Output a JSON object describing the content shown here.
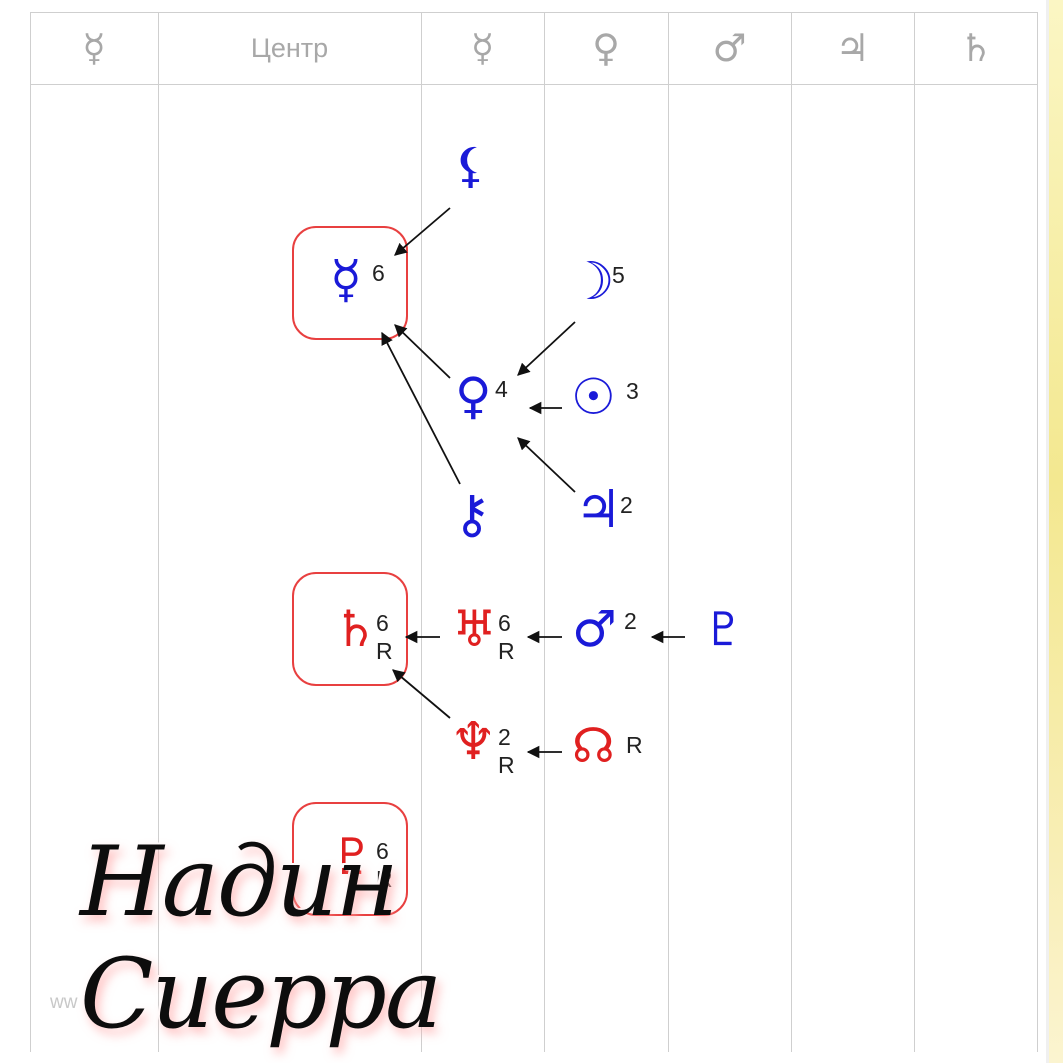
{
  "header": {
    "columns": [
      {
        "symbol": "☿",
        "name": "mercury-icon"
      },
      {
        "label": "Центр"
      },
      {
        "symbol": "☿",
        "name": "mercury-icon"
      },
      {
        "symbol": "♀",
        "name": "venus-icon"
      },
      {
        "symbol": "♂",
        "name": "mars-icon"
      },
      {
        "symbol": "♃",
        "name": "jupiter-icon"
      },
      {
        "symbol": "♄",
        "name": "saturn-icon"
      }
    ]
  },
  "colors": {
    "blue": "#1a1ad8",
    "red": "#e02020",
    "box_border": "#e84040",
    "grid": "#cfcfcf",
    "header_text": "#a8a8a8"
  },
  "planets": {
    "lilith": {
      "symbol": "⚸",
      "color": "#1a1ad8"
    },
    "mercury": {
      "symbol": "☿",
      "degree": "6",
      "color": "#1a1ad8"
    },
    "moon": {
      "symbol": "☽",
      "degree": "5",
      "color": "#1a1ad8"
    },
    "venus": {
      "symbol": "♀",
      "degree": "4",
      "color": "#1a1ad8"
    },
    "sun": {
      "symbol": "☉",
      "degree": "3",
      "color": "#1a1ad8"
    },
    "chiron": {
      "symbol": "⚷",
      "color": "#1a1ad8"
    },
    "jupiter": {
      "symbol": "♃",
      "degree": "2",
      "color": "#1a1ad8"
    },
    "saturn": {
      "symbol": "♄",
      "degree": "6",
      "retro": "R",
      "color": "#e02020"
    },
    "uranus": {
      "symbol": "♅",
      "degree": "6",
      "retro": "R",
      "color": "#e02020"
    },
    "mars": {
      "symbol": "♂",
      "degree": "2",
      "color": "#1a1ad8"
    },
    "pluto_blue": {
      "symbol": "♇",
      "color": "#1a1ad8"
    },
    "neptune": {
      "symbol": "♆",
      "degree": "2",
      "retro": "R",
      "color": "#e02020"
    },
    "north_node": {
      "symbol": "☊",
      "retro": "R",
      "color": "#e02020"
    },
    "pluto": {
      "symbol": "♇",
      "degree": "6",
      "retro": "R",
      "color": "#e02020"
    }
  },
  "watermark": {
    "signature": "Надин Сиерра",
    "www": "ww"
  }
}
